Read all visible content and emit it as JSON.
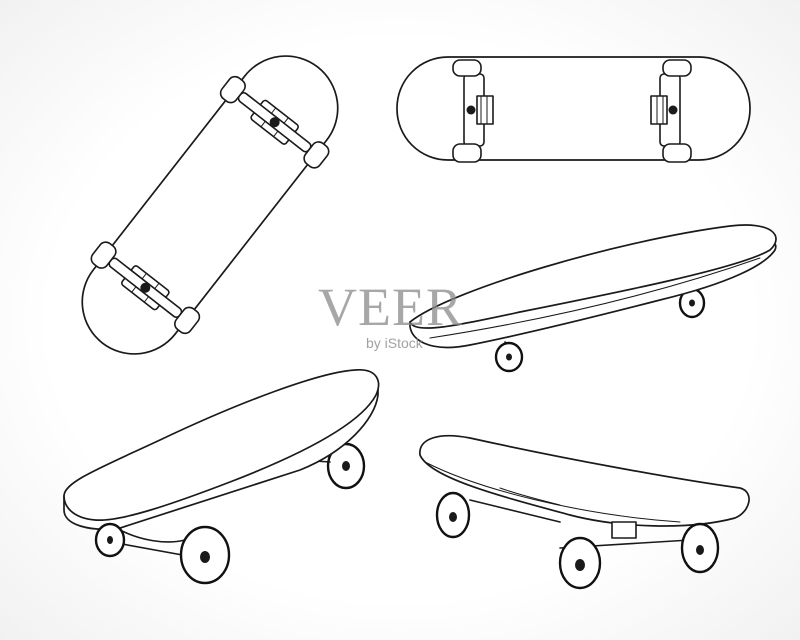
{
  "watermark": {
    "brand": "VEER",
    "credit": "by iStock"
  },
  "colors": {
    "ink": "#1a1a1a",
    "background": "#ffffff",
    "vignette": "#f1f1f1",
    "watermark": "#8a8a8a"
  },
  "illustrations": [
    "skateboard-underside-diagonal",
    "skateboard-underside-horizontal",
    "skateboard-side-perspective",
    "skateboard-front-perspective",
    "skateboard-rear-perspective"
  ]
}
